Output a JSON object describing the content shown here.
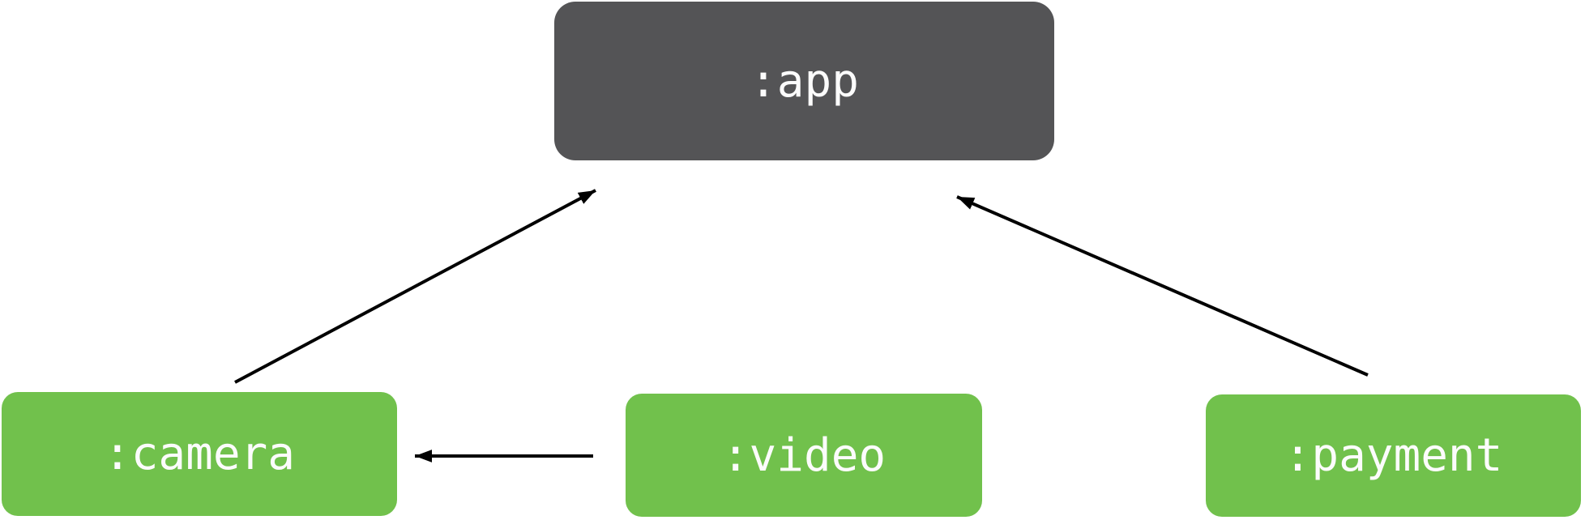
{
  "colors": {
    "canvas-bg": "#ffffff",
    "app-node-bg": "#545456",
    "feature-node-bg": "#71c14c",
    "node-text": "#fcfcfc",
    "arrow": "#000000"
  },
  "diagram": {
    "nodes": {
      "app": {
        "label": ":app"
      },
      "camera": {
        "label": ":camera"
      },
      "video": {
        "label": ":video"
      },
      "payment": {
        "label": ":payment"
      }
    },
    "edges": [
      {
        "from": ":camera",
        "to": ":app"
      },
      {
        "from": ":payment",
        "to": ":app"
      },
      {
        "from": ":video",
        "to": ":camera"
      }
    ]
  }
}
